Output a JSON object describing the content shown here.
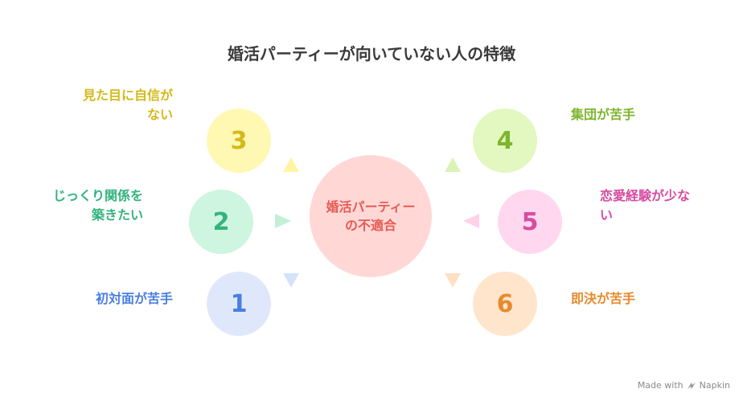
{
  "title": "婚活パーティーが向いていない人の特徴",
  "center": {
    "line1": "婚活パーティー",
    "line2": "の不適合"
  },
  "items": [
    {
      "number": "1",
      "label_line1": "初対面が苦手",
      "label_line2": "",
      "color": "#4a7fe0",
      "bg": "#dfe8fb"
    },
    {
      "number": "2",
      "label_line1": "じっくり関係を",
      "label_line2": "築きたい",
      "color": "#33b37c",
      "bg": "#cdf5df"
    },
    {
      "number": "3",
      "label_line1": "見た目に自信が",
      "label_line2": "ない",
      "color": "#d4b91a",
      "bg": "#fff8b3"
    },
    {
      "number": "4",
      "label_line1": "集団が苦手",
      "label_line2": "",
      "color": "#7eb52e",
      "bg": "#e3f7c0"
    },
    {
      "number": "5",
      "label_line1": "恋愛経験が少な",
      "label_line2": "い",
      "color": "#d74ca0",
      "bg": "#ffd8ef"
    },
    {
      "number": "6",
      "label_line1": "即決が苦手",
      "label_line2": "",
      "color": "#e78a2d",
      "bg": "#ffe5cc"
    }
  ],
  "watermark": {
    "text": "Made with",
    "brand": "Napkin",
    "icon": "napkin-logo-icon"
  }
}
